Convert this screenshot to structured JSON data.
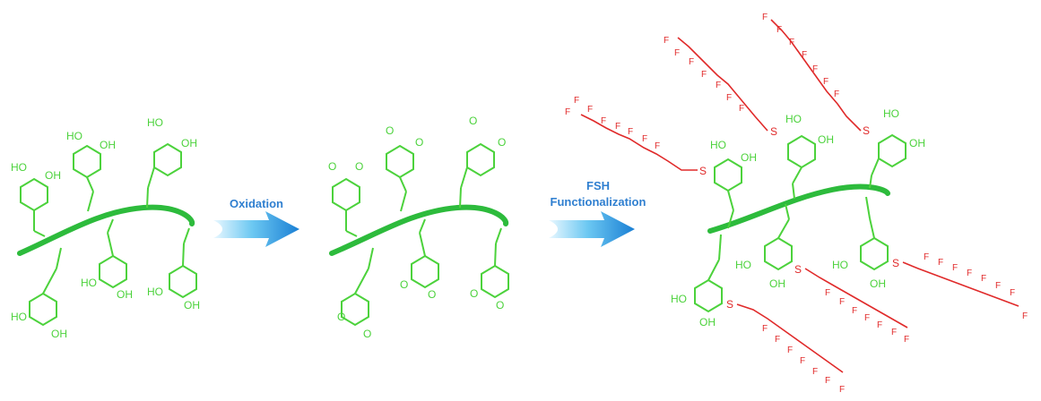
{
  "steps": {
    "oxidation_label": "Oxidation",
    "fsh_label_line1": "FSH",
    "fsh_label_line2": "Functionalization"
  },
  "chem_labels": {
    "ho": "HO",
    "oh": "OH",
    "o": "O",
    "s": "S",
    "f": "F"
  },
  "colors": {
    "backbone": "#2dbb3c",
    "molecule": "#4cd23c",
    "fluorocarbon": "#e02a2a",
    "arrow_dark": "#1f86d6",
    "arrow_light": "#d7f1fd",
    "label": "#2f7fd0"
  }
}
